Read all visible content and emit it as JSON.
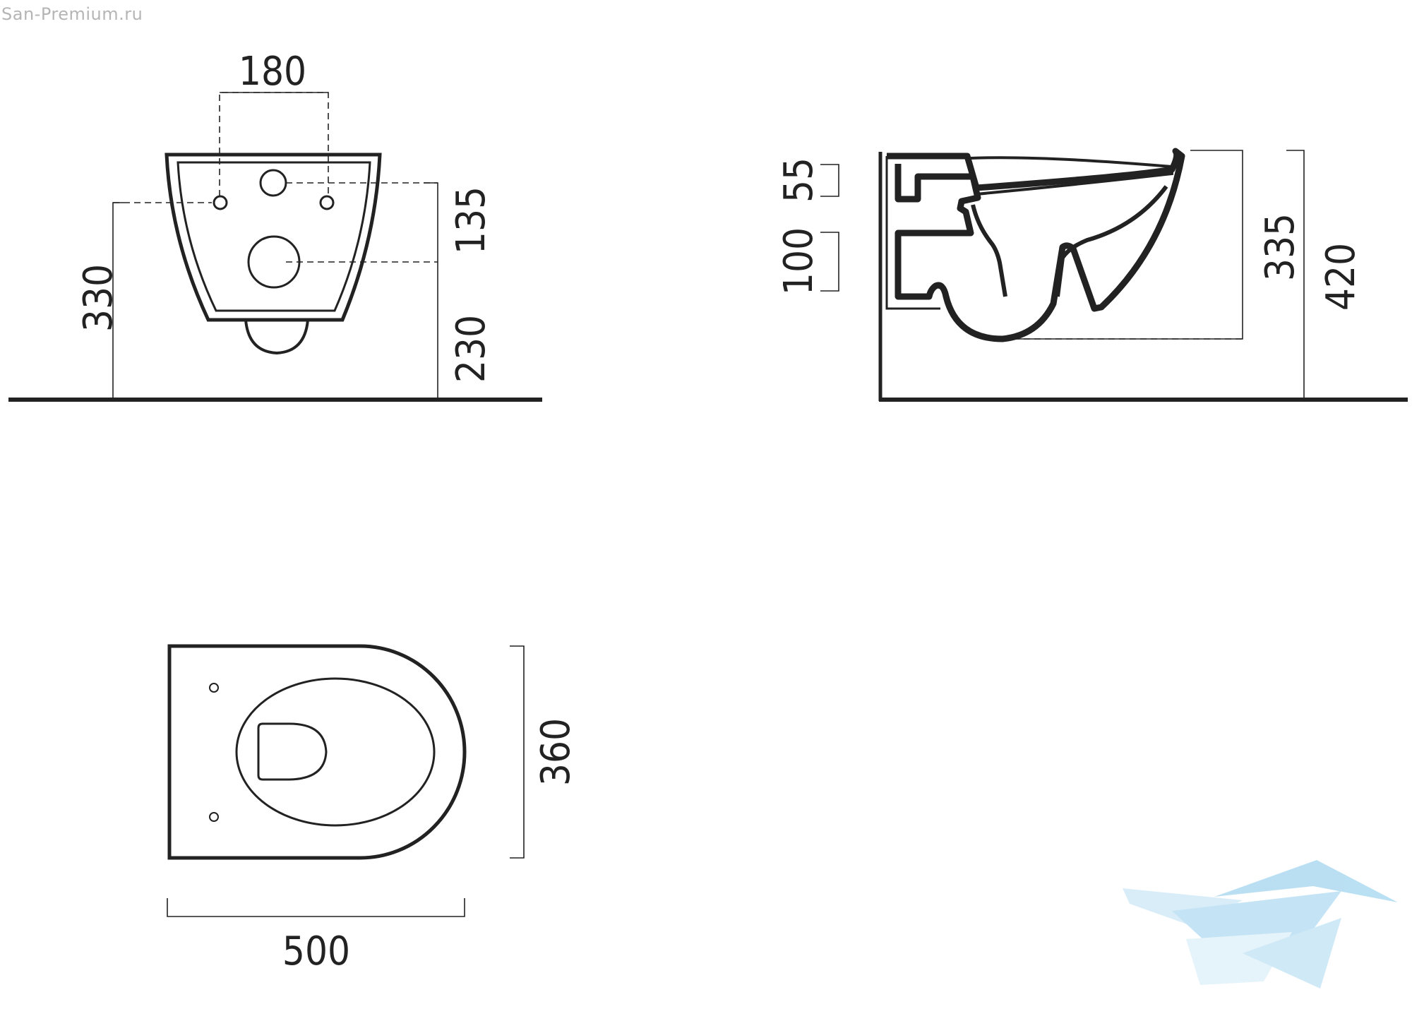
{
  "watermark": {
    "text": "San-Premium.ru",
    "logo_icon": "swallow-bird-logo-icon",
    "logo_color": "#9fd2ee"
  },
  "colors": {
    "line": "#222222",
    "background": "#ffffff"
  },
  "front_view": {
    "dims": {
      "hole_spacing": "180",
      "total_height": "330",
      "upper_offset": "135",
      "lower_offset": "230"
    }
  },
  "side_view": {
    "dims": {
      "inlet_height": "55",
      "outlet_height": "100",
      "bowl_height": "335",
      "total_height": "420"
    }
  },
  "top_view": {
    "dims": {
      "width": "360",
      "length": "500"
    }
  }
}
